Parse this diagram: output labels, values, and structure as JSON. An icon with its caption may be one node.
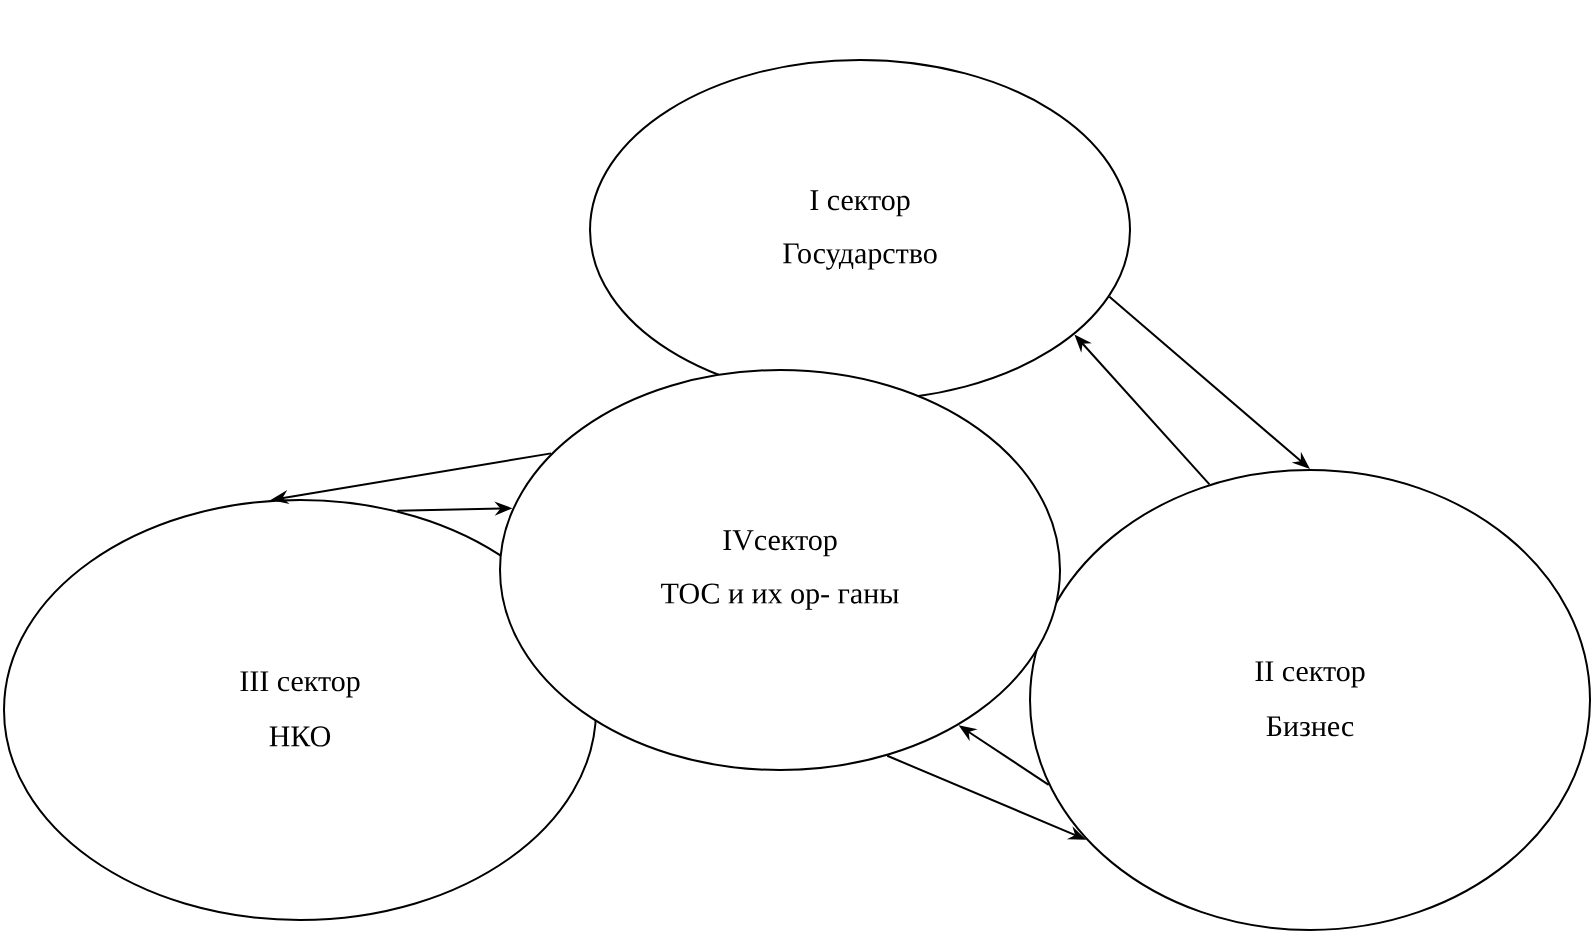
{
  "diagram": {
    "nodes": [
      {
        "text": [
          "I сектор",
          "Государство"
        ]
      },
      {
        "text": [
          "IVсектор",
          "ТОС и их ор- ганы"
        ]
      },
      {
        "text": [
          "III сектор",
          "НКО"
        ]
      },
      {
        "text": [
          "II сектор",
          "Бизнес"
        ]
      }
    ],
    "edges": [
      {
        "from": 0,
        "to": 3,
        "arrow": "to"
      },
      {
        "from": 3,
        "to": 0,
        "arrow": "to"
      },
      {
        "from": 1,
        "to": 2,
        "arrow": "to"
      },
      {
        "from": 2,
        "to": 1,
        "arrow": "to"
      },
      {
        "from": 1,
        "to": 3,
        "arrow": "to"
      },
      {
        "from": 3,
        "to": 1,
        "arrow": "to"
      }
    ]
  }
}
